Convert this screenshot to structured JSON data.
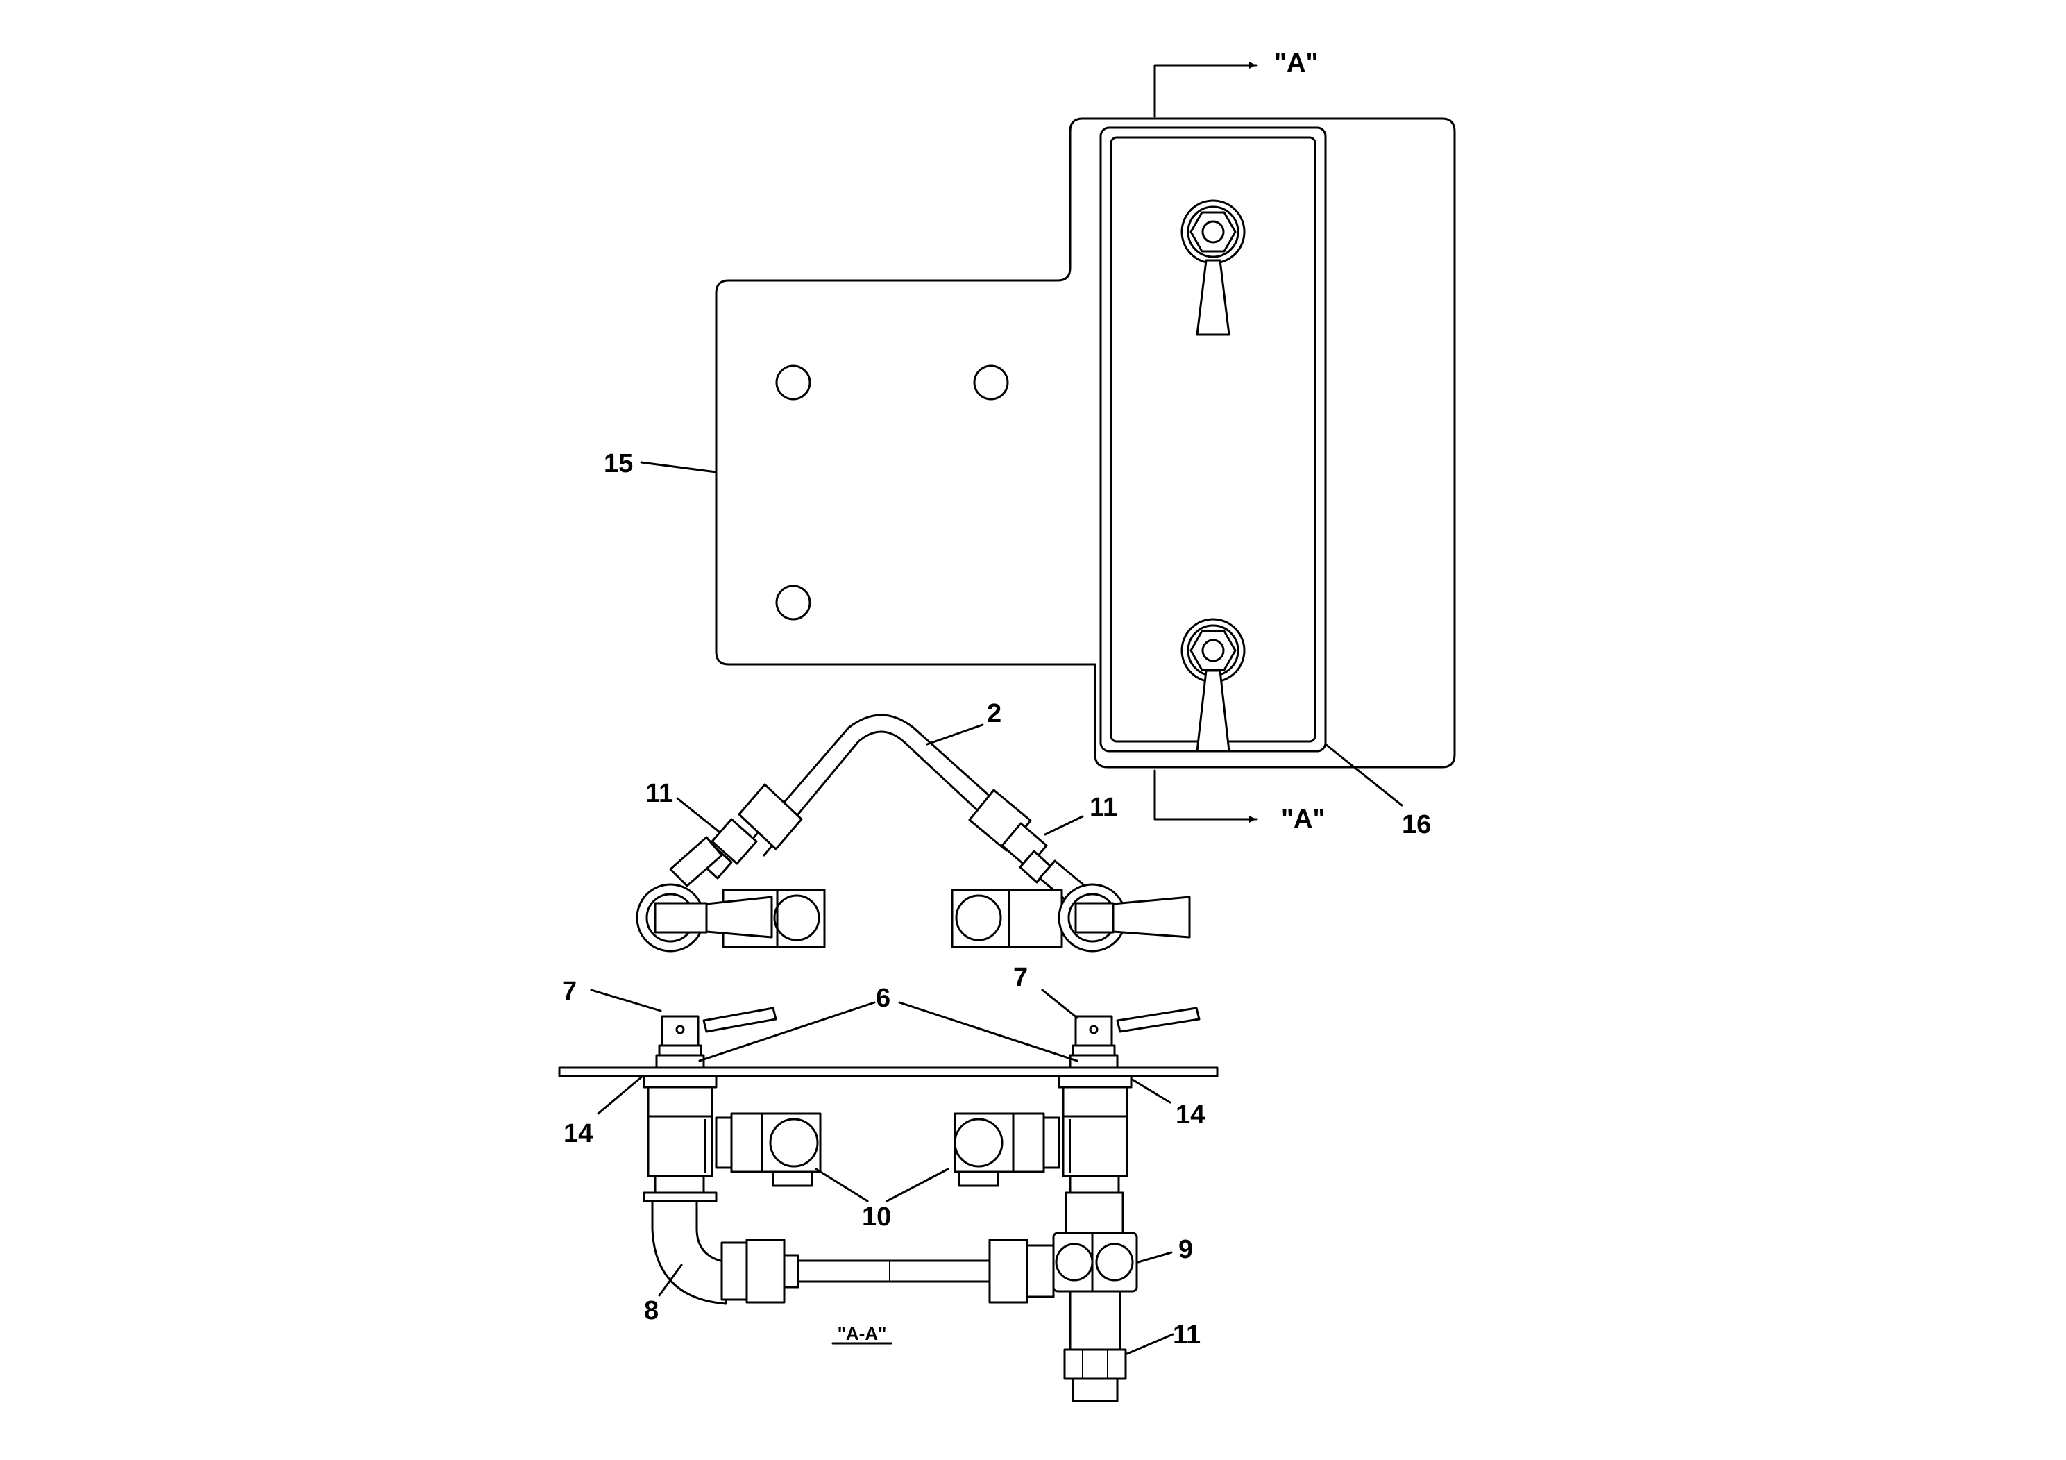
{
  "section_labels": {
    "view_top": "\"A\"",
    "view_bottom": "\"A\"",
    "section": "\"A-A\""
  },
  "callouts": {
    "c15": "15",
    "c16": "16",
    "c2": "2",
    "c11_left": "11",
    "c11_right": "11",
    "c7_left": "7",
    "c7_right": "7",
    "c6": "6",
    "c14_left": "14",
    "c14_right": "14",
    "c10": "10",
    "c9": "9",
    "c8": "8",
    "c11_bottom": "11"
  }
}
